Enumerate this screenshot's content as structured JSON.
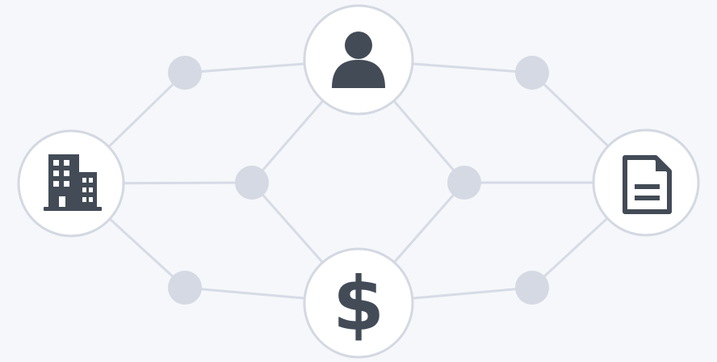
{
  "diagram": {
    "colors": {
      "background": "#f5f7fa",
      "edge": "#d6dbe6",
      "small_node": "#d4d9e3",
      "node_fill": "#ffffff",
      "node_border": "#d3d8e2",
      "icon": "#434b57"
    },
    "nodes": [
      {
        "id": "person",
        "icon": "person-icon",
        "kind": "icon-node"
      },
      {
        "id": "building",
        "icon": "building-icon",
        "kind": "icon-node"
      },
      {
        "id": "document",
        "icon": "document-icon",
        "kind": "icon-node"
      },
      {
        "id": "dollar",
        "icon": "dollar-icon",
        "kind": "icon-node"
      },
      {
        "id": "hub-top-left",
        "kind": "connector"
      },
      {
        "id": "hub-top-right",
        "kind": "connector"
      },
      {
        "id": "hub-mid-left",
        "kind": "connector"
      },
      {
        "id": "hub-mid-right",
        "kind": "connector"
      },
      {
        "id": "hub-bottom-left",
        "kind": "connector"
      },
      {
        "id": "hub-bottom-right",
        "kind": "connector"
      }
    ],
    "edges": [
      [
        "building",
        "hub-top-left"
      ],
      [
        "hub-top-left",
        "person"
      ],
      [
        "person",
        "hub-top-right"
      ],
      [
        "hub-top-right",
        "document"
      ],
      [
        "building",
        "hub-mid-left"
      ],
      [
        "hub-mid-left",
        "person"
      ],
      [
        "hub-mid-left",
        "dollar"
      ],
      [
        "person",
        "hub-mid-right"
      ],
      [
        "dollar",
        "hub-mid-right"
      ],
      [
        "hub-mid-right",
        "document"
      ],
      [
        "building",
        "hub-bottom-left"
      ],
      [
        "hub-bottom-left",
        "dollar"
      ],
      [
        "dollar",
        "hub-bottom-right"
      ],
      [
        "hub-bottom-right",
        "document"
      ]
    ]
  }
}
